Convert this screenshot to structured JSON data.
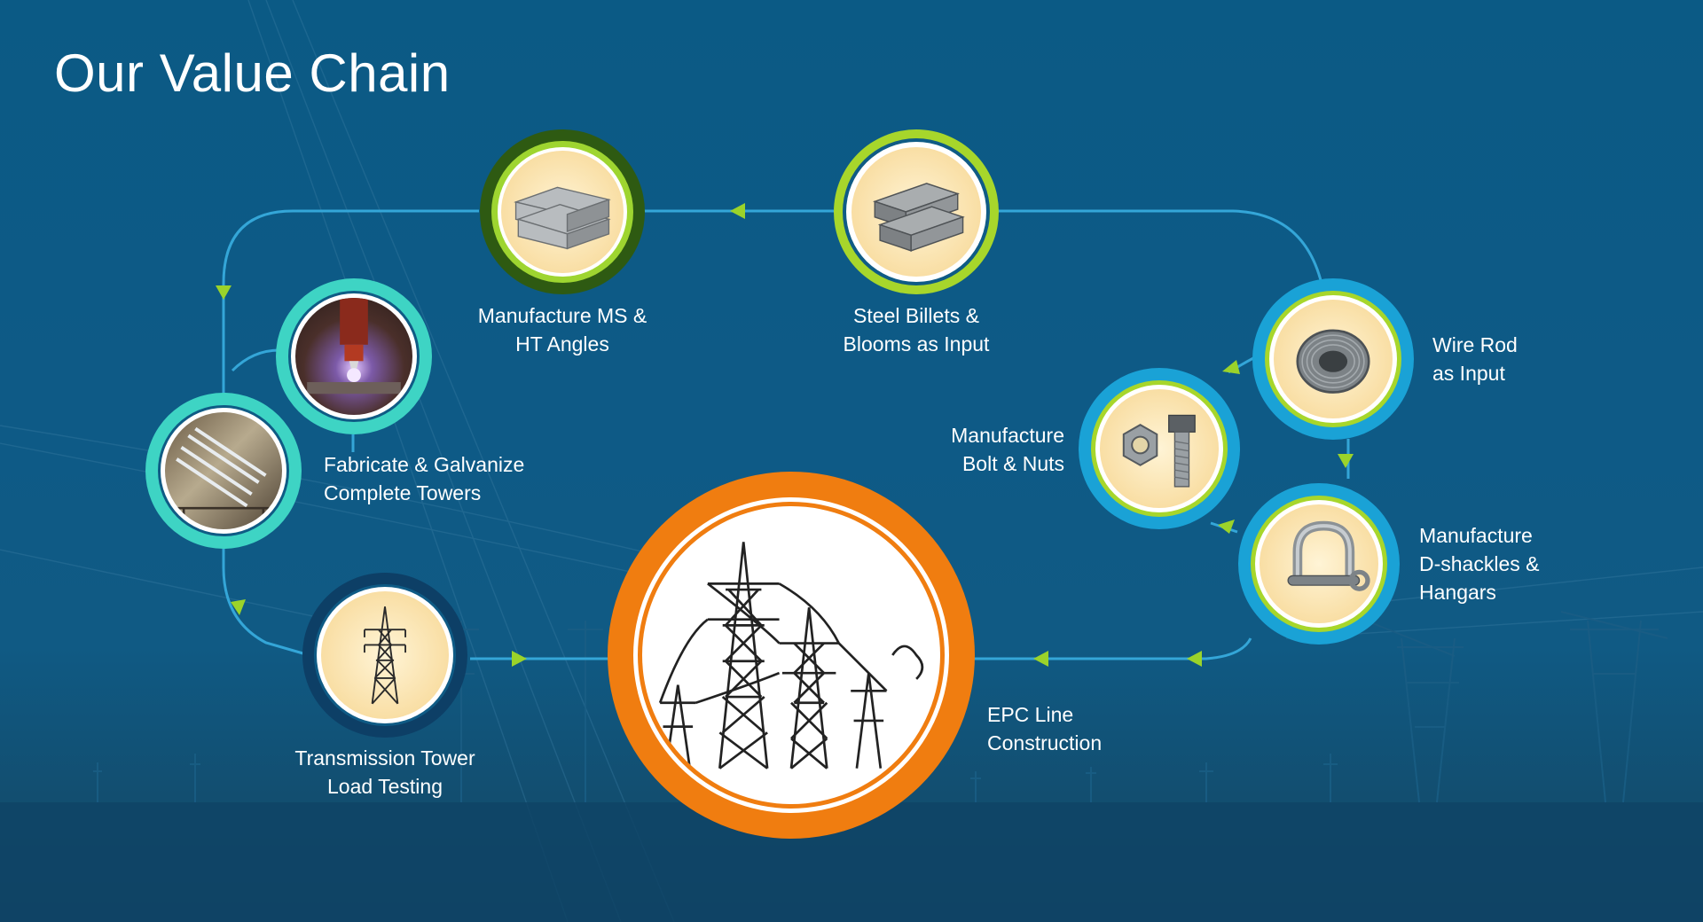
{
  "title": "Our Value Chain",
  "nodes": {
    "angles": {
      "line1": "Manufacture MS &",
      "line2": "HT Angles",
      "icon": "steel-angles-icon"
    },
    "billets": {
      "line1": "Steel Billets &",
      "line2": "Blooms as Input",
      "icon": "steel-billets-icon"
    },
    "wire_rod": {
      "line1": "Wire Rod",
      "line2": "as Input",
      "icon": "wire-coil-icon"
    },
    "bolts": {
      "line1": "Manufacture",
      "line2": "Bolt & Nuts",
      "icon": "bolt-nut-icon"
    },
    "shackles": {
      "line1": "Manufacture",
      "line2": "D-shackles &",
      "line3": "Hangars",
      "icon": "d-shackle-icon"
    },
    "epc": {
      "line1": "EPC Line",
      "line2": "Construction",
      "icon": "transmission-towers-icon"
    },
    "testing": {
      "line1": "Transmission Tower",
      "line2": "Load Testing",
      "icon": "tower-icon"
    },
    "fabricate": {
      "line1": "Fabricate & Galvanize",
      "line2": "Complete Towers",
      "icon": "galvanized-steel-icon"
    },
    "cutting": {
      "icon": "plasma-cutting-icon"
    }
  },
  "colors": {
    "background": "#0e5a86",
    "flow_line": "#34a6d8",
    "arrow": "#9bd32a",
    "ring_dark_green": "#2e5a12",
    "ring_lime": "#a7d62b",
    "ring_blue": "#1aa2d6",
    "ring_teal": "#3ed4c4",
    "ring_navy": "#0d3f66",
    "ring_orange": "#f07d10",
    "icon_fill": "#fde9b4"
  }
}
